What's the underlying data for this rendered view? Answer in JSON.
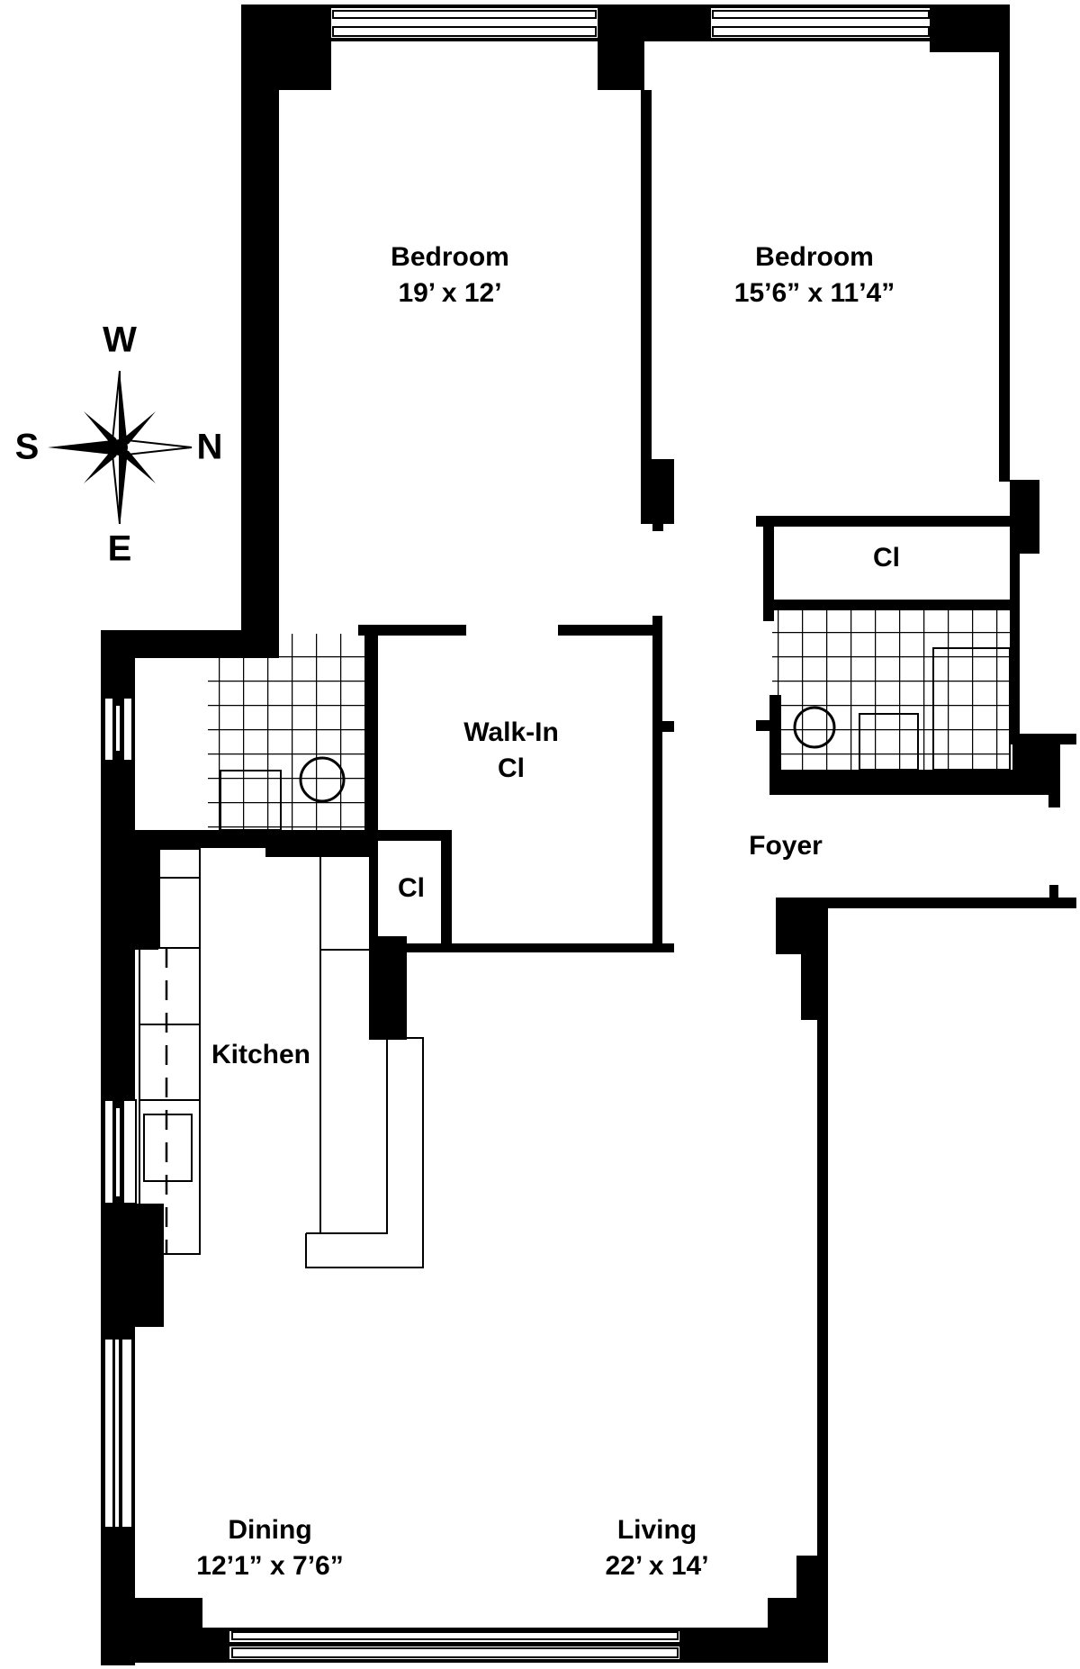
{
  "floorplan": {
    "rooms": {
      "bedroom_1": {
        "name": "Bedroom",
        "dimensions": "19’ x 12’"
      },
      "bedroom_2": {
        "name": "Bedroom",
        "dimensions": "15’6” x 11’4”"
      },
      "walk_in_closet": {
        "name": "Walk-In",
        "name2": "Cl"
      },
      "closet_small": {
        "name": "Cl"
      },
      "closet_right": {
        "name": "Cl"
      },
      "foyer": {
        "name": "Foyer"
      },
      "kitchen": {
        "name": "Kitchen"
      },
      "dining": {
        "name": "Dining",
        "dimensions": "12’1” x 7’6”"
      },
      "living": {
        "name": "Living",
        "dimensions": "22’ x 14’"
      }
    },
    "compass": {
      "top": "W",
      "left": "S",
      "right": "N",
      "bottom": "E",
      "icon": "compass-rose-icon"
    },
    "colors": {
      "wall": "#000000",
      "background": "#ffffff"
    }
  }
}
